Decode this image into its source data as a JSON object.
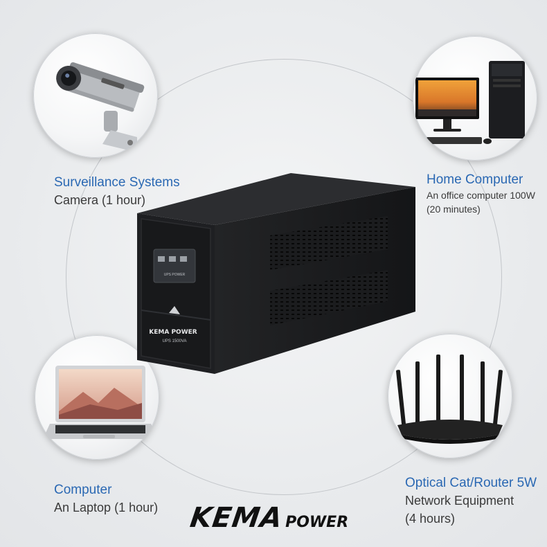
{
  "labels": {
    "camera": {
      "title": "Surveillance Systems",
      "sub": "Camera (1 hour)"
    },
    "pc": {
      "title": "Home Computer",
      "sub1": "An office computer 100W",
      "sub2": "(20 minutes)"
    },
    "laptop": {
      "title": "Computer",
      "sub": "An Laptop (1 hour)"
    },
    "router": {
      "title": "Optical Cat/Router 5W",
      "sub1": "Network Equipment",
      "sub2": "(4 hours)"
    }
  },
  "ups": {
    "front_brand": "KEMA POWER",
    "model": "UPS 1500VA",
    "display_text": "UPS POWER"
  },
  "logo": {
    "main": "KEMA",
    "sub": "POWER"
  },
  "colors": {
    "accent": "#2a68b3",
    "text": "#3a3a3a",
    "ring": "#c3c6ca"
  },
  "icons": [
    "security-camera-icon",
    "desktop-computer-icon",
    "laptop-icon",
    "wifi-router-icon",
    "ups-device-icon"
  ]
}
